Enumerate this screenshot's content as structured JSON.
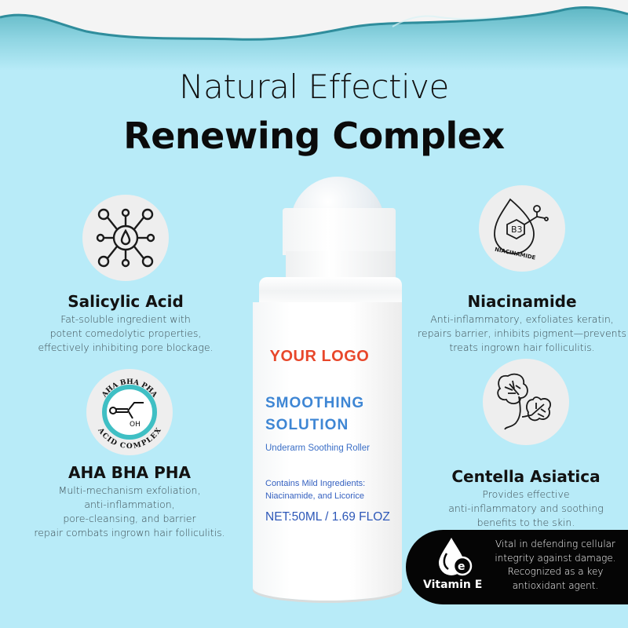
{
  "header": {
    "line1": "Natural Effective",
    "line2": "Renewing Complex"
  },
  "features": [
    {
      "icon": "molecule-drop-icon",
      "title": "Salicylic Acid",
      "desc": [
        "Fat-soluble ingredient with",
        "potent comedolytic properties,",
        "effectively inhibiting pore blockage."
      ]
    },
    {
      "icon": "niacinamide-b3-icon",
      "icon_text": "B3",
      "icon_caption": "NIACINAMIDE",
      "title": "Niacinamide",
      "desc": [
        "Anti-inflammatory, exfoliates  keratin,",
        "repairs barrier, inhibits pigment—prevents",
        "treats ingrown hair folliculitis."
      ]
    },
    {
      "icon": "acid-complex-badge-icon",
      "icon_top_text": "AHA BHA PHA",
      "icon_bottom_text": "ACID COMPLEX",
      "icon_formula_text": "OH",
      "title": "AHA BHA PHA",
      "desc": [
        "Multi-mechanism exfoliation,",
        "anti-inflammation,",
        "pore-cleansing, and barrier",
        "repair combats ingrown hair folliculitis."
      ]
    },
    {
      "icon": "centella-leaf-icon",
      "title": "Centella Asiatica",
      "desc": [
        "Provides effective",
        "anti-inflammatory and soothing",
        "benefits to the skin."
      ]
    }
  ],
  "product": {
    "logo": "YOUR LOGO",
    "name_line1": "SMOOTHING",
    "name_line2": "SOLUTION",
    "subtitle": "Underarm Soothing Roller",
    "contains_line1": "Contains Mild Ingredients:",
    "contains_line2": "Niacinamide, and Licorice",
    "net": "NET:50ML / 1.69 FLOZ"
  },
  "vitamin_e": {
    "label": "Vitamin E",
    "icon_letter": "e",
    "desc": [
      "Vital in defending cellular",
      "integrity against damage.",
      "Recognized as a key",
      "antioxidant agent."
    ]
  },
  "colors": {
    "background": "#b8ebf8",
    "logo_red": "#e8472b",
    "product_blue": "#3e86d4",
    "badge_teal": "#3fbfc4",
    "pill_black": "#050505"
  }
}
